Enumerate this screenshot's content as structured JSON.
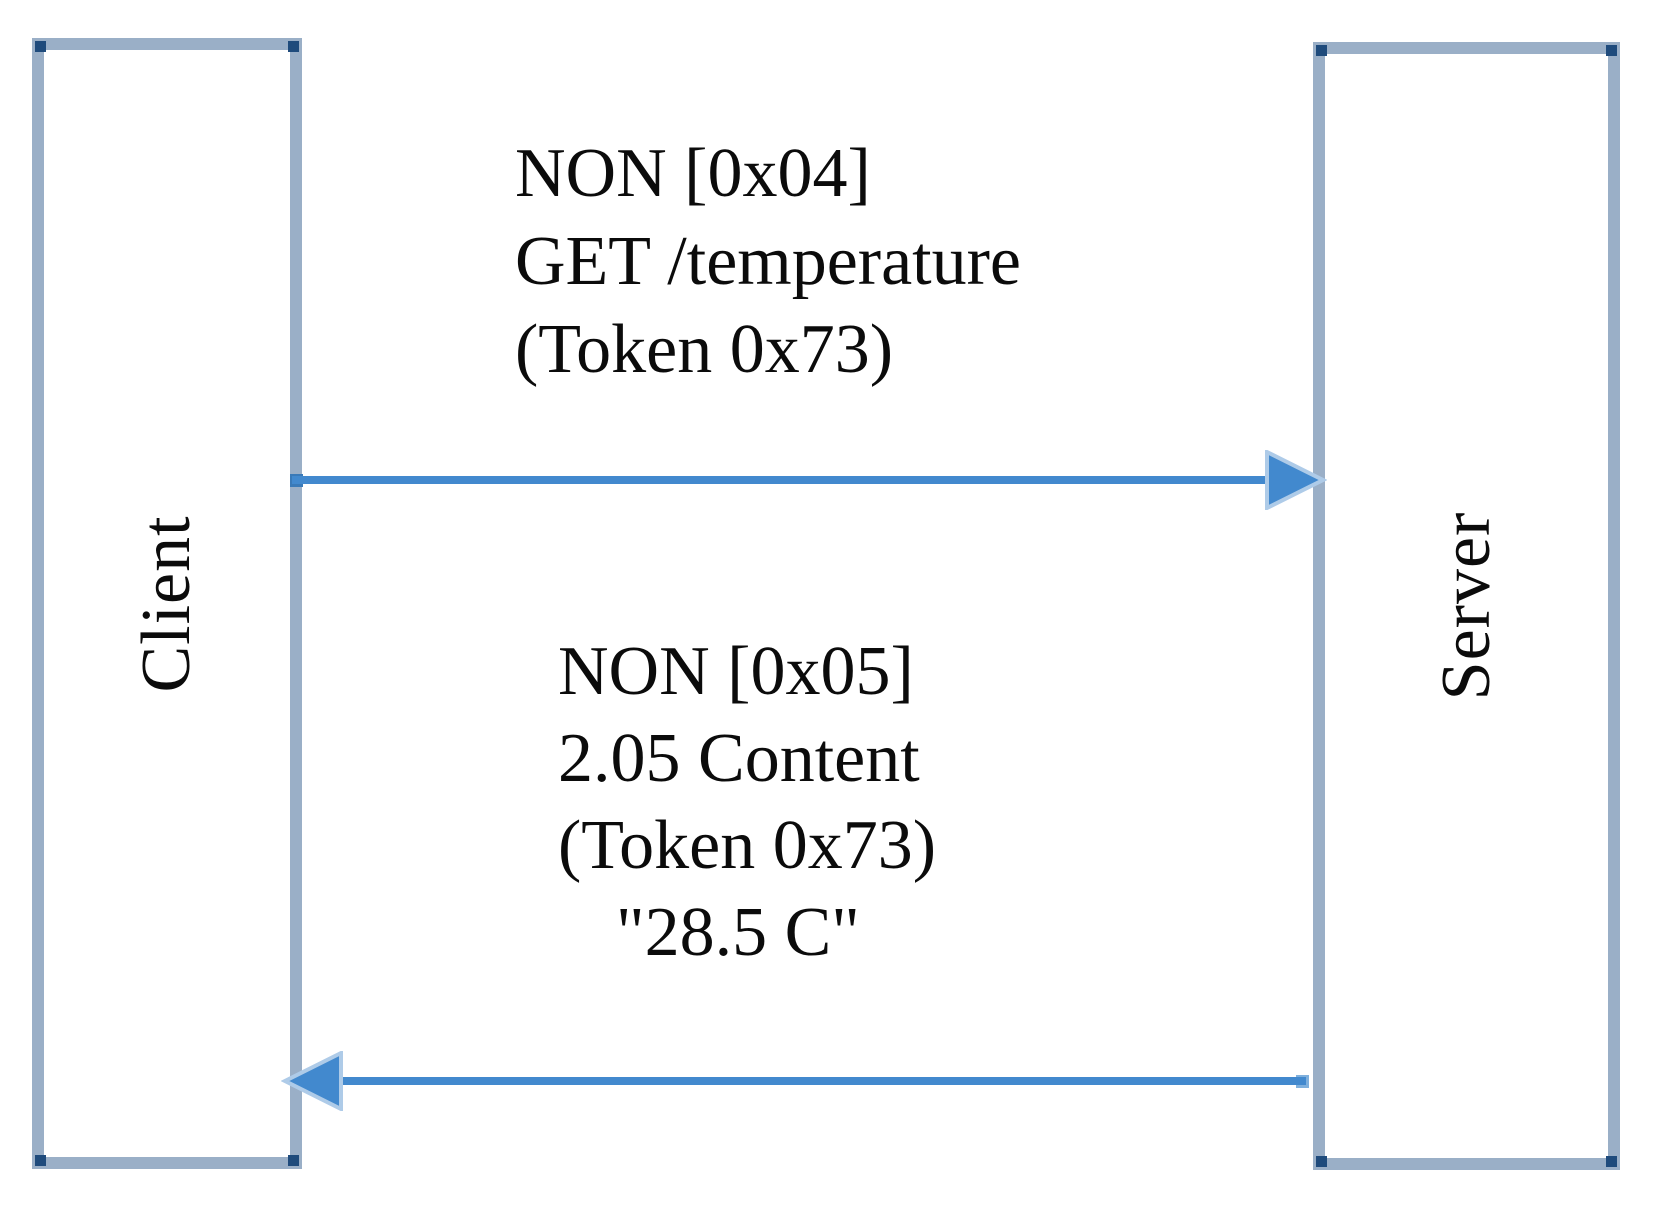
{
  "client": {
    "label": "Client"
  },
  "server": {
    "label": "Server"
  },
  "messages": {
    "request": {
      "direction": "client-to-server",
      "lines": [
        "NON [0x04]",
        "GET /temperature",
        "(Token 0x73)"
      ]
    },
    "response": {
      "direction": "server-to-client",
      "lines": [
        "NON [0x05]",
        "2.05 Content",
        "(Token 0x73)",
        "\"28.5 C\""
      ]
    }
  },
  "colors": {
    "box_border": "#9AAFC7",
    "anchor_dot": "#1F4B7C",
    "arrow": "#4289CE",
    "arrow_halo": "#AECBE8",
    "text": "#0B0B0B",
    "background": "#FFFFFF"
  }
}
